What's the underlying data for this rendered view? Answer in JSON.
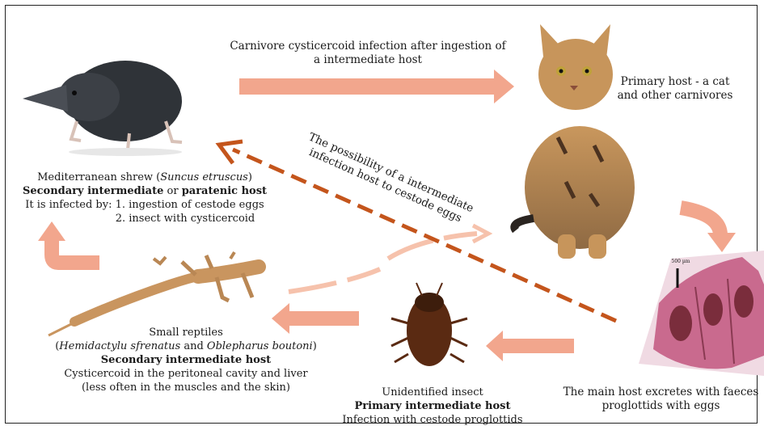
{
  "edges": {
    "carnivore_infection": "Carnivore cysticercoid infection after ingestion of a intermediate host",
    "possibility": "The possibility of a intermediate infection host to cestode eggs"
  },
  "cat": {
    "label": "Primary host - a cat and other carnivores"
  },
  "shrew": {
    "name": "Mediterranean shrew (",
    "latin": "Suncus etruscus",
    "name_end": ")",
    "role_a": "Secondary intermediate",
    "role_or": " or ",
    "role_b": "paratenic host",
    "infected_by": "It is infected by: 1. ingestion of cestode eggs",
    "infected_by_2": "2. insect with cysticercoid"
  },
  "reptiles": {
    "title": "Small reptiles",
    "paren_open": "(",
    "latin_1": "Hemidactylu sfrenatus",
    "and": " and ",
    "latin_2": "Oblepharus boutoni",
    "paren_close": ")",
    "role": "Secondary intermediate host",
    "desc_1": "Cysticercoid in the peritoneal cavity and liver",
    "desc_2": "(less often in the muscles and the skin)"
  },
  "insect": {
    "title": "Unidentified insect",
    "role": "Primary intermediate host",
    "desc": "Infection with cestode proglottids"
  },
  "proglottid": {
    "scale": "500 µm",
    "caption": "The main host excretes with faeces proglottids with eggs"
  },
  "colors": {
    "arrow": "#f2a68d",
    "dashed": "#c4551c",
    "micro": "#c96a8e"
  }
}
